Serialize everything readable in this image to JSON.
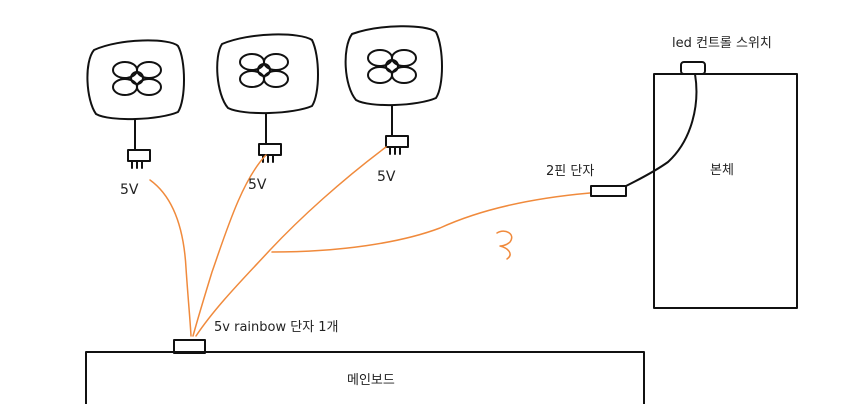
{
  "labels": {
    "fan_voltage": "5V",
    "rainbow_header": "5v rainbow 단자 1개",
    "two_pin": "2핀 단자",
    "led_switch": "led 컨트롤 스위치",
    "case_body": "본체",
    "mainboard": "메인보드",
    "question_mark": "?"
  },
  "colors": {
    "ink": "#111111",
    "wire": "#f08a3c"
  },
  "icons": [
    "fan-icon"
  ]
}
